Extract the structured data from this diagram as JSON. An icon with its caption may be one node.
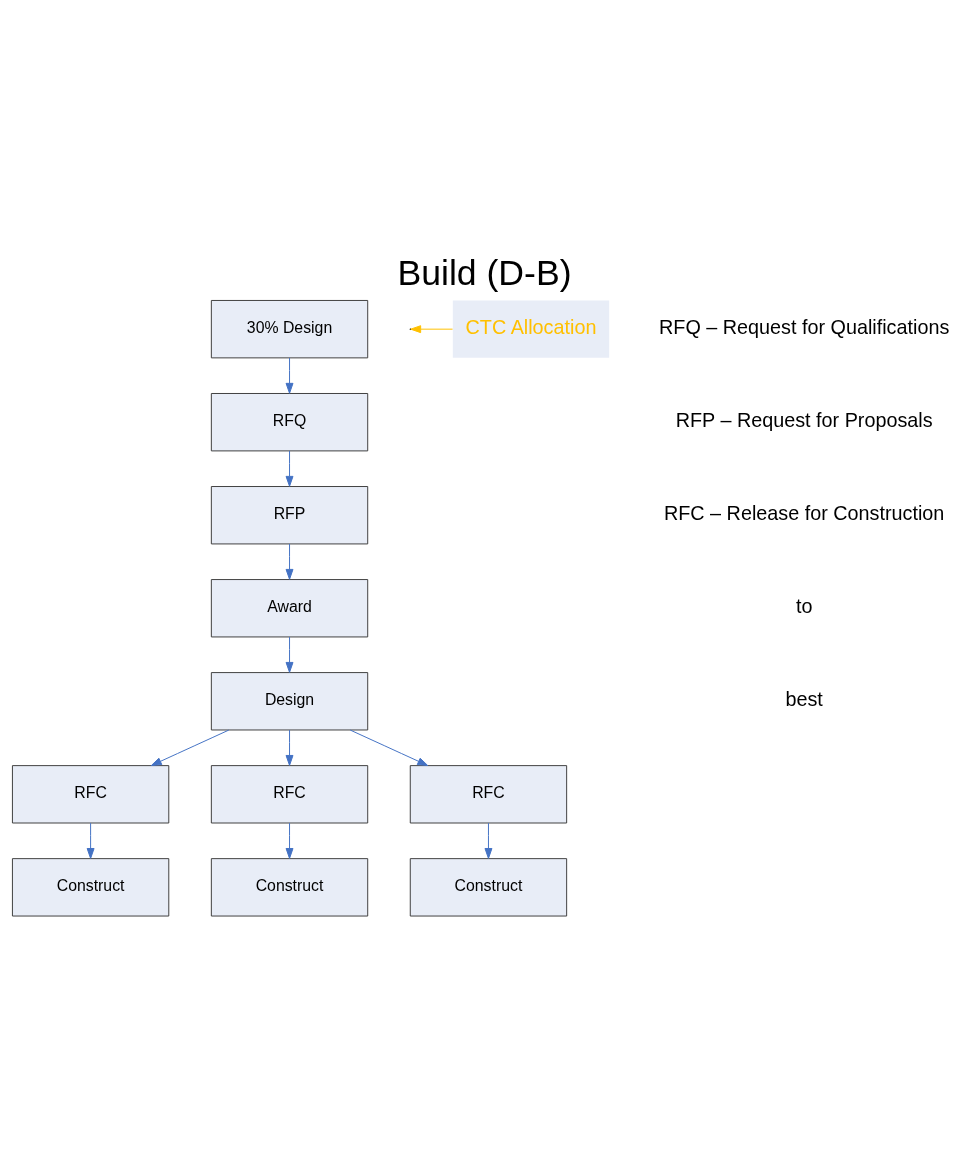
{
  "diagram": {
    "title": "Build (D-B)",
    "nodes": [
      {
        "text": [
          "30% Design"
        ]
      },
      {
        "text": [
          "RFQ"
        ]
      },
      {
        "text": [
          "RFP"
        ]
      },
      {
        "text": [
          "Award"
        ]
      },
      {
        "text": [
          "Design"
        ]
      },
      {
        "text": [
          "RFC"
        ]
      },
      {
        "text": [
          "RFC"
        ]
      },
      {
        "text": [
          "RFC"
        ]
      },
      {
        "text": [
          "Construct"
        ]
      },
      {
        "text": [
          "Construct"
        ]
      },
      {
        "text": [
          "Construct"
        ]
      },
      {
        "text": [
          "CTC Allocation"
        ]
      }
    ],
    "edges": [
      {
        "from": 0,
        "to": 1,
        "arrow": "to"
      },
      {
        "from": 1,
        "to": 2,
        "arrow": "to"
      },
      {
        "from": 2,
        "to": 3,
        "arrow": "to"
      },
      {
        "from": 3,
        "to": 4,
        "arrow": "to"
      },
      {
        "from": 4,
        "to": 5,
        "arrow": "to"
      },
      {
        "from": 4,
        "to": 6,
        "arrow": "to"
      },
      {
        "from": 4,
        "to": 7,
        "arrow": "to"
      },
      {
        "from": 5,
        "to": 8,
        "arrow": "to"
      },
      {
        "from": 6,
        "to": 9,
        "arrow": "to"
      },
      {
        "from": 7,
        "to": 10,
        "arrow": "to"
      },
      {
        "from": 11,
        "to": null,
        "arrow": "to",
        "color": "#ffc000"
      }
    ],
    "labels": [
      "RFQ – Request for Qualifications",
      "RFP – Request for Proposals",
      "RFC – Release for Construction",
      "to",
      "best"
    ]
  }
}
